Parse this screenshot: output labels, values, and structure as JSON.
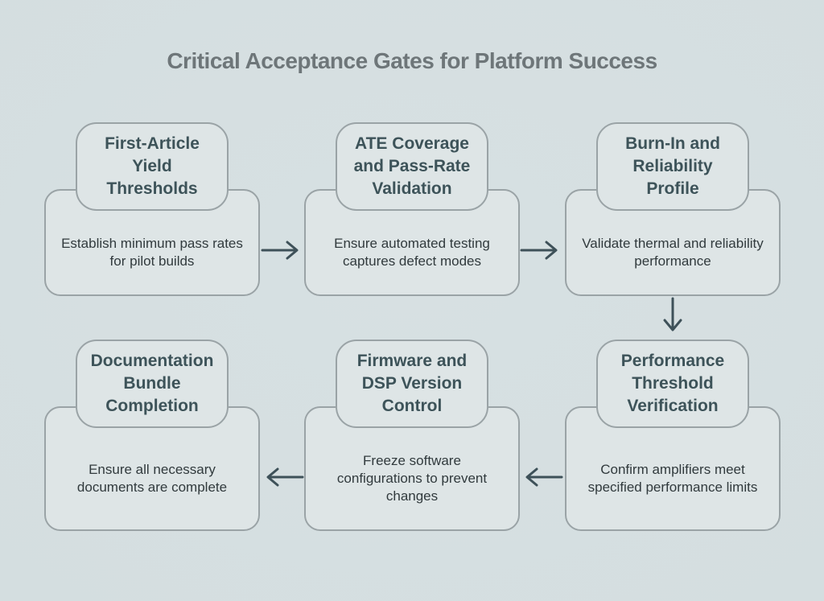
{
  "title": "Critical Acceptance Gates for Platform Success",
  "nodes": [
    {
      "title": "First-Article Yield Thresholds",
      "description": "Establish minimum pass rates for pilot builds"
    },
    {
      "title": "ATE Coverage and Pass-Rate Validation",
      "description": "Ensure automated testing captures defect modes"
    },
    {
      "title": "Burn-In and Reliability Profile",
      "description": "Validate thermal and reliability performance"
    },
    {
      "title": "Performance Threshold Verification",
      "description": "Confirm amplifiers meet specified performance limits"
    },
    {
      "title": "Firmware and DSP Version Control",
      "description": "Freeze software configurations to prevent changes"
    },
    {
      "title": "Documentation Bundle Completion",
      "description": "Ensure all necessary documents are complete"
    }
  ],
  "connections": [
    {
      "from": "First-Article Yield Thresholds",
      "to": "ATE Coverage and Pass-Rate Validation",
      "direction": "right"
    },
    {
      "from": "ATE Coverage and Pass-Rate Validation",
      "to": "Burn-In and Reliability Profile",
      "direction": "right"
    },
    {
      "from": "Burn-In and Reliability Profile",
      "to": "Performance Threshold Verification",
      "direction": "down"
    },
    {
      "from": "Performance Threshold Verification",
      "to": "Firmware and DSP Version Control",
      "direction": "left"
    },
    {
      "from": "Firmware and DSP Version Control",
      "to": "Documentation Bundle Completion",
      "direction": "left"
    }
  ],
  "colors": {
    "background": "#d4dee0",
    "box_fill": "#dee5e6",
    "box_border": "#9aa3a6",
    "title_text": "#6e7679",
    "header_text": "#3d5359",
    "body_text": "#313a3d",
    "arrow": "#3e5159"
  }
}
